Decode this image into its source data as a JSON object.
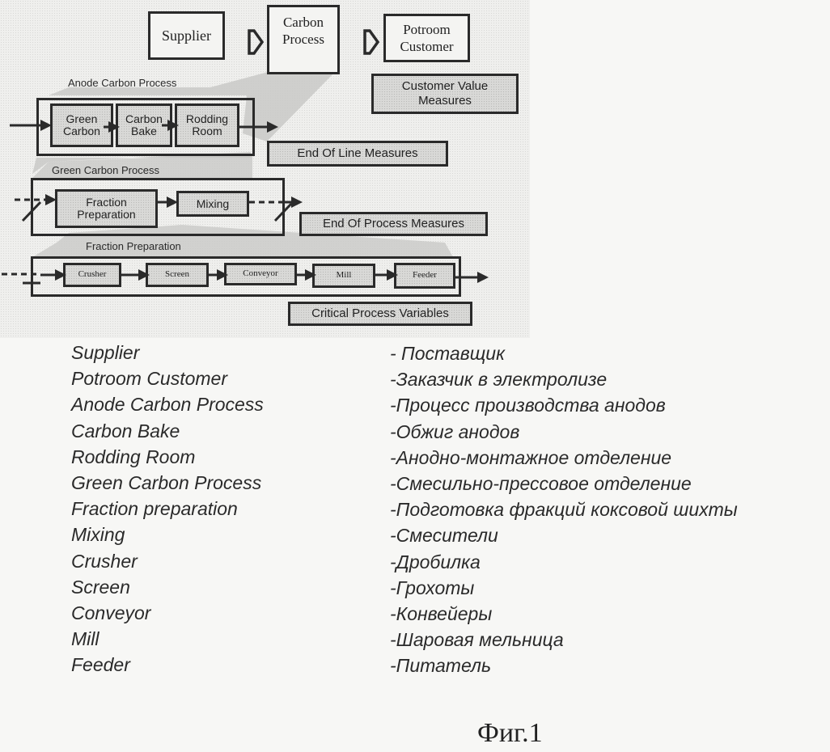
{
  "diagram": {
    "top_level": {
      "supplier": "Supplier",
      "carbon_process_line1": "Carbon",
      "carbon_process_line2": "Process",
      "potroom_customer_line1": "Potroom",
      "potroom_customer_line2": "Customer",
      "customer_value_measures_line1": "Customer Value",
      "customer_value_measures_line2": "Measures"
    },
    "anode_carbon_process": {
      "label": "Anode Carbon Process",
      "steps": [
        {
          "line1": "Green",
          "line2": "Carbon"
        },
        {
          "line1": "Carbon",
          "line2": "Bake"
        },
        {
          "line1": "Rodding",
          "line2": "Room"
        }
      ],
      "measures": "End Of Line Measures"
    },
    "green_carbon_process": {
      "label": "Green Carbon Process",
      "steps": [
        {
          "line1": "Fraction",
          "line2": "Preparation"
        },
        {
          "line1": "Mixing",
          "line2": ""
        }
      ],
      "measures": "End Of Process Measures"
    },
    "fraction_preparation": {
      "label": "Fraction Preparation",
      "steps": [
        "Crusher",
        "Screen",
        "Conveyor",
        "Mill",
        "Feeder"
      ],
      "measures": "Critical Process Variables"
    }
  },
  "legend": [
    {
      "en": "Supplier",
      "ru": "- Поставщик"
    },
    {
      "en": "Potroom Customer",
      "ru": "-Заказчик в электролизе"
    },
    {
      "en": "Anode Carbon Process",
      "ru": "-Процесс производства анодов"
    },
    {
      "en": "Carbon Bake",
      "ru": "-Обжиг анодов"
    },
    {
      "en": "Rodding Room",
      "ru": "-Анодно-монтажное отделение"
    },
    {
      "en": "Green Carbon Process",
      "ru": "-Смесильно-прессовое отделение"
    },
    {
      "en": "Fraction preparation",
      "ru": "-Подготовка фракций коксовой шихты"
    },
    {
      "en": "Mixing",
      "ru": "-Смесители"
    },
    {
      "en": "Crusher",
      "ru": "-Дробилка"
    },
    {
      "en": "Screen",
      "ru": "-Грохоты"
    },
    {
      "en": "Conveyor",
      "ru": "-Конвейеры"
    },
    {
      "en": "Mill",
      "ru": "-Шаровая мельница"
    },
    {
      "en": "Feeder",
      "ru": "-Питатель"
    }
  ],
  "caption": "Фиг.1"
}
